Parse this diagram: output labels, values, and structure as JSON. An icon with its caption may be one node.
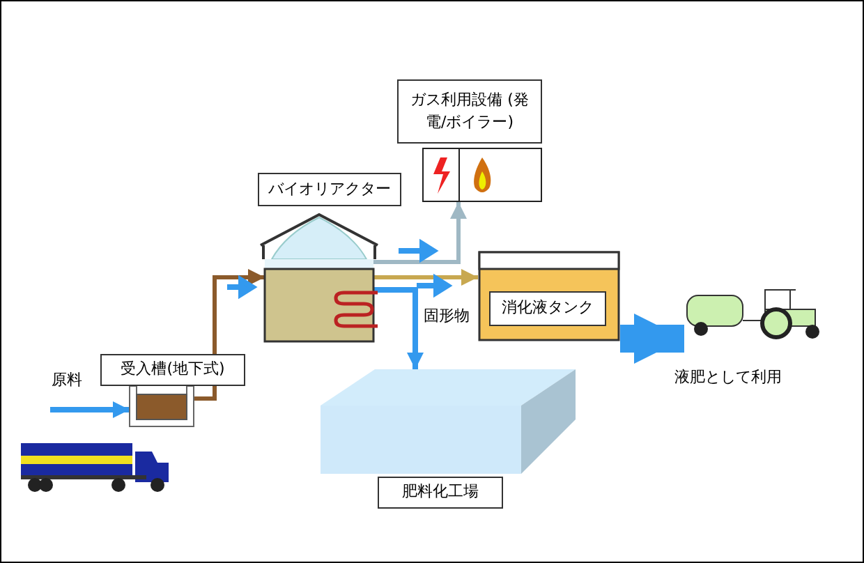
{
  "diagram": {
    "nodes": [
      {
        "text": [
          "受入槽(地下式)"
        ]
      },
      {
        "text": [
          "バイオリアクター"
        ]
      },
      {
        "text": [
          "ガス利用設備 (発電/ボイラー)"
        ]
      },
      {
        "text": [
          "消化液タンク"
        ]
      },
      {
        "text": [
          "肥料化工場"
        ]
      },
      {
        "text": [],
        "shape": "picture"
      }
    ],
    "edges": [
      {
        "from": null,
        "to": 0,
        "arrow": "to",
        "label": "原料"
      },
      {
        "from": 0,
        "to": 1,
        "arrow": "to",
        "color": "#8b5a2b"
      },
      {
        "from": 1,
        "to": 2,
        "arrow": "to",
        "color": "#9fb8c4"
      },
      {
        "from": 1,
        "to": 3,
        "arrow": "to",
        "color": "#c8a850"
      },
      {
        "from": 1,
        "to": 4,
        "arrow": "to",
        "label": "固形物"
      },
      {
        "from": 3,
        "to": 5,
        "arrow": "to",
        "label": "液肥として利用",
        "style": "thick"
      }
    ]
  }
}
